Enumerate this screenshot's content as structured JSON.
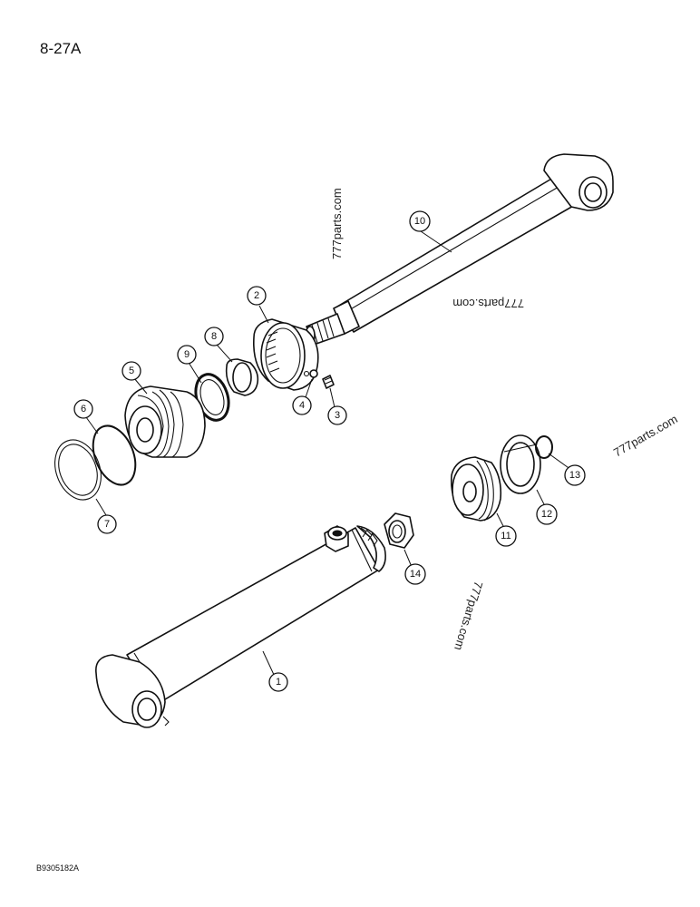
{
  "header": {
    "page_code": "8-27A"
  },
  "footer": {
    "drawing_code": "B9305182A"
  },
  "watermark": "777parts.com",
  "callouts": [
    "1",
    "2",
    "3",
    "4",
    "5",
    "6",
    "7",
    "8",
    "9",
    "10",
    "11",
    "12",
    "13",
    "14"
  ]
}
